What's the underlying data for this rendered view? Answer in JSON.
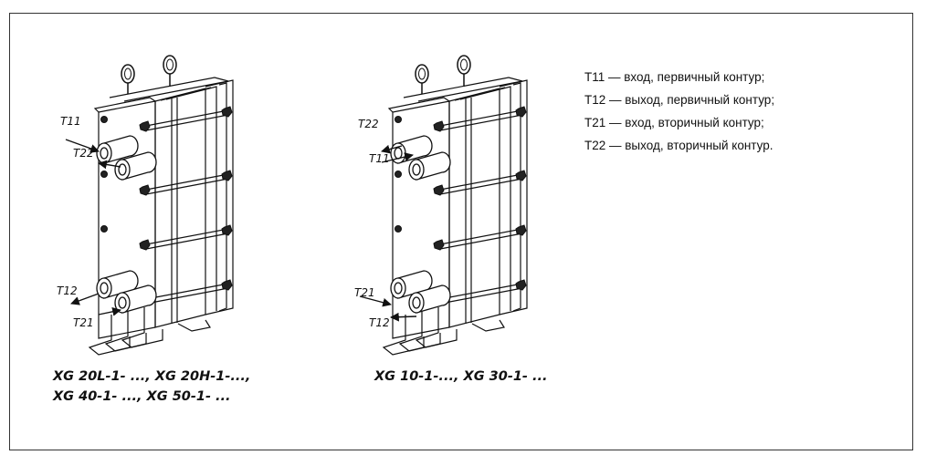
{
  "diagrams": [
    {
      "caption_lines": [
        "XG 20L-1- ..., XG 20H-1-...,",
        "XG 40-1- ..., XG 50-1- ..."
      ],
      "port_labels": {
        "top_outer": "T11",
        "top_inner": "T22",
        "bottom_outer": "T12",
        "bottom_inner": "T21"
      }
    },
    {
      "caption_lines": [
        "XG 10-1-..., XG 30-1- ..."
      ],
      "port_labels": {
        "top_outer": "T22",
        "top_inner": "T11",
        "bottom_outer": "T21",
        "bottom_inner": "T12"
      }
    }
  ],
  "legend": [
    "T11 — вход, первичный контур;",
    "T12 — выход, первичный контур;",
    "T21 — вход, вторичный контур;",
    "T22 — выход, вторичный контур."
  ]
}
